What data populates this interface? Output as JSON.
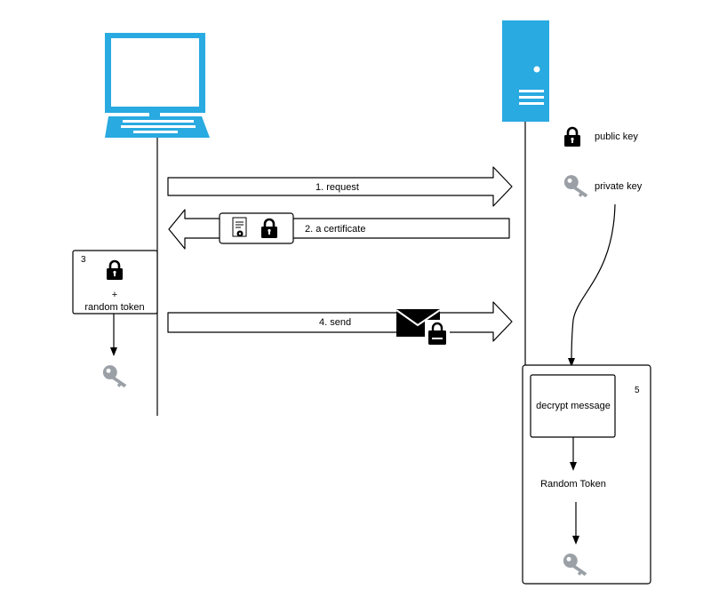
{
  "labels": {
    "public_key": "public key",
    "private_key": "private key",
    "step1": "1. request",
    "step2": "2. a certificate",
    "step3_number": "3",
    "step3_plus": "+",
    "step3_token": "random token",
    "step4": "4. send",
    "step5_number": "5",
    "decrypt": "decrypt message",
    "random_token": "Random Token"
  },
  "icons": {
    "client": "laptop-icon",
    "server": "server-icon",
    "lock": "padlock-icon",
    "key": "key-icon",
    "certificate": "certificate-icon",
    "envelope": "locked-envelope-icon"
  },
  "colors": {
    "device": "#29aae1",
    "key": "#9aa0a6",
    "line": "#000000"
  }
}
